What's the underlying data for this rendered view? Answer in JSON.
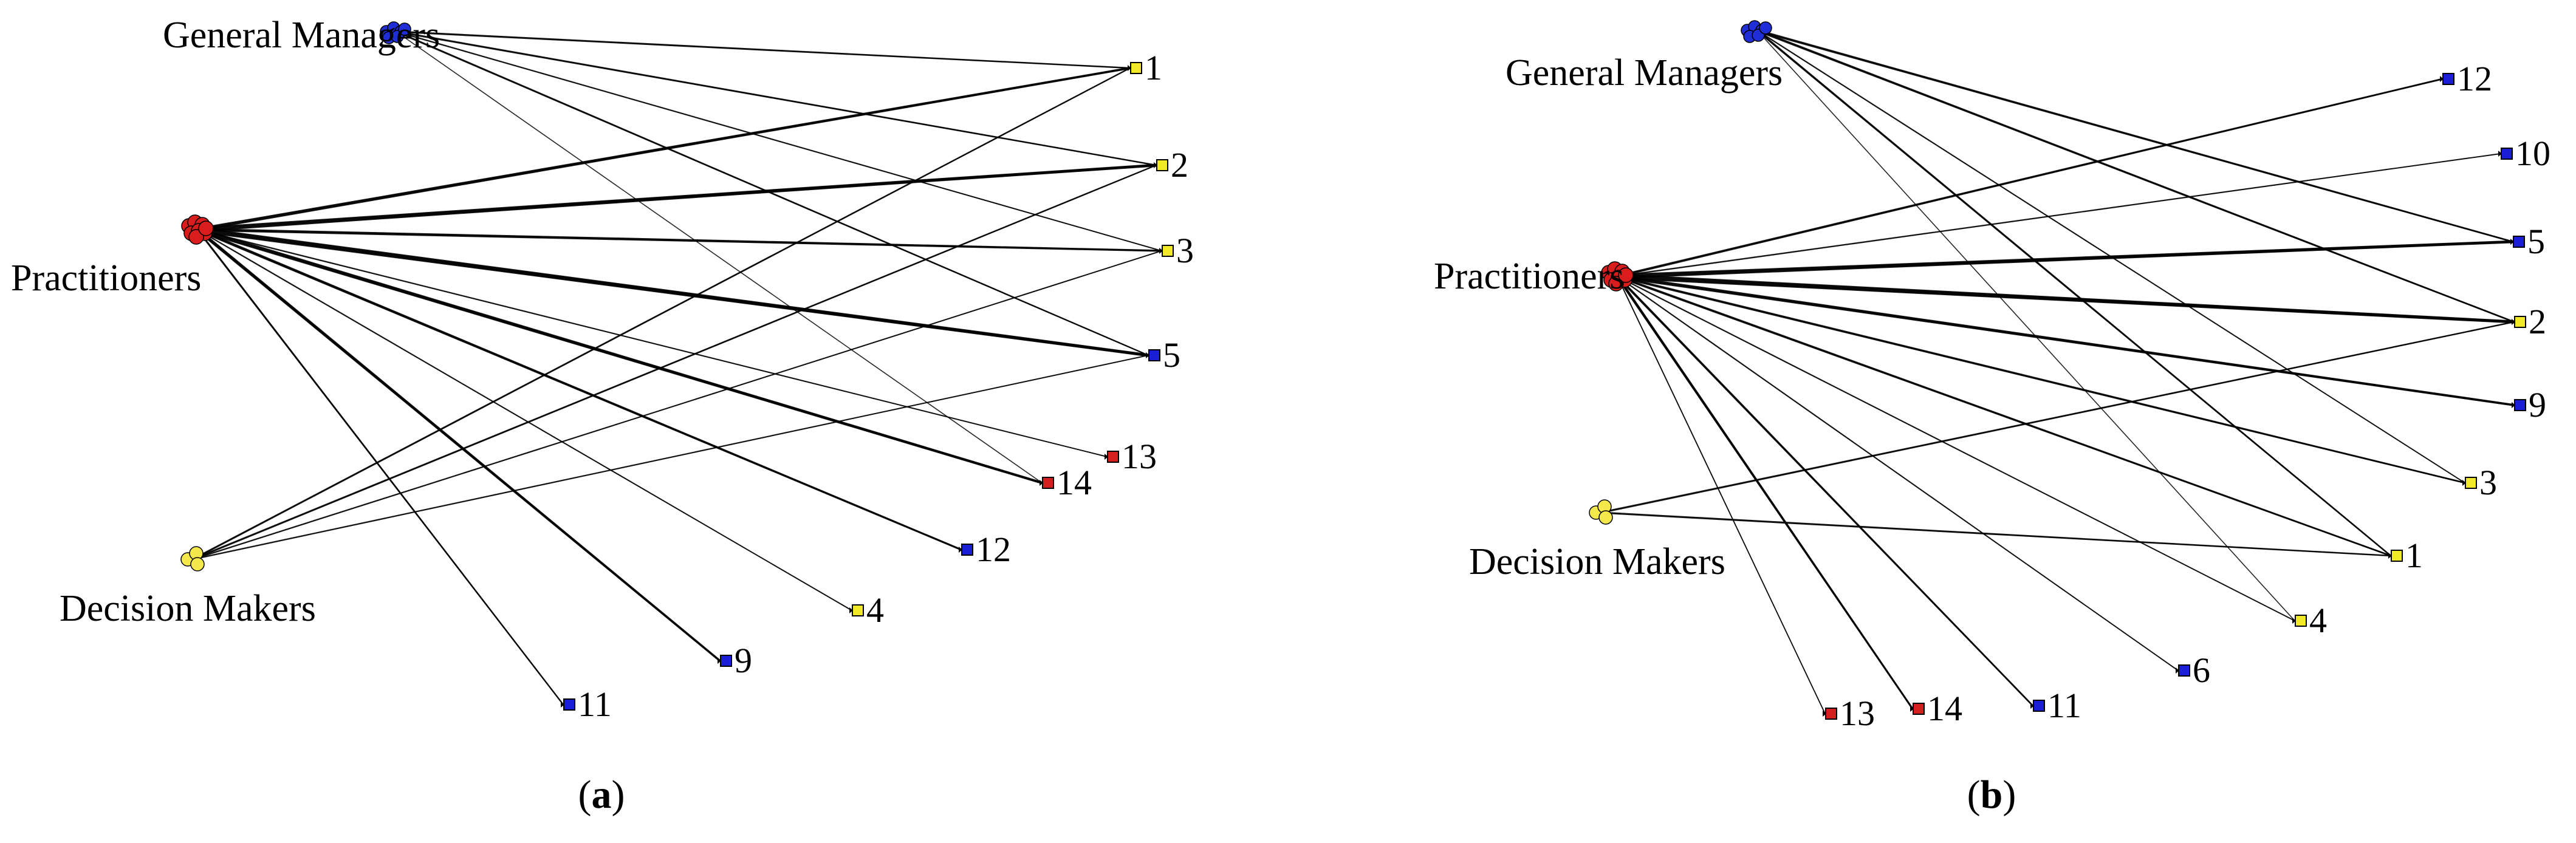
{
  "colors": {
    "yellow": "#f2e92a",
    "blue": "#1a1fd6",
    "red": "#d41f1f",
    "practitioners": "#d91c1c",
    "managers": "#1f2ed6",
    "decision": "#f4e84a",
    "edge": "#000000"
  },
  "panels": [
    {
      "id": "a",
      "caption": {
        "pre": "(",
        "letter": "a",
        "post": ")"
      },
      "groups": [
        {
          "key": "gm",
          "label": "General Managers",
          "shape": "circle-cluster",
          "color_key": "managers"
        },
        {
          "key": "pr",
          "label": "Practitioners",
          "shape": "circle-cluster",
          "color_key": "practitioners"
        },
        {
          "key": "dm",
          "label": "Decision Makers",
          "shape": "circle-cluster",
          "color_key": "decision"
        }
      ],
      "nodes": [
        {
          "id": "1",
          "color_key": "yellow"
        },
        {
          "id": "2",
          "color_key": "yellow"
        },
        {
          "id": "3",
          "color_key": "yellow"
        },
        {
          "id": "5",
          "color_key": "blue"
        },
        {
          "id": "13",
          "color_key": "red"
        },
        {
          "id": "14",
          "color_key": "red"
        },
        {
          "id": "12",
          "color_key": "blue"
        },
        {
          "id": "4",
          "color_key": "yellow"
        },
        {
          "id": "9",
          "color_key": "blue"
        },
        {
          "id": "11",
          "color_key": "blue"
        }
      ],
      "edges": [
        [
          "gm",
          "1",
          3
        ],
        [
          "gm",
          "2",
          3
        ],
        [
          "gm",
          "3",
          2
        ],
        [
          "gm",
          "5",
          3
        ],
        [
          "gm",
          "14",
          1
        ],
        [
          "pr",
          "1",
          6
        ],
        [
          "pr",
          "2",
          8
        ],
        [
          "pr",
          "3",
          5
        ],
        [
          "pr",
          "5",
          9
        ],
        [
          "pr",
          "13",
          2
        ],
        [
          "pr",
          "14",
          7
        ],
        [
          "pr",
          "12",
          5
        ],
        [
          "pr",
          "4",
          2
        ],
        [
          "pr",
          "9",
          7
        ],
        [
          "pr",
          "11",
          4
        ],
        [
          "dm",
          "1",
          3
        ],
        [
          "dm",
          "2",
          3
        ],
        [
          "dm",
          "3",
          2
        ],
        [
          "dm",
          "5",
          2
        ]
      ]
    },
    {
      "id": "b",
      "caption": {
        "pre": "(",
        "letter": "b",
        "post": ")"
      },
      "groups": [
        {
          "key": "gm",
          "label": "General Managers",
          "shape": "circle-cluster",
          "color_key": "managers"
        },
        {
          "key": "pr",
          "label": "Practitioners",
          "shape": "circle-cluster",
          "color_key": "practitioners"
        },
        {
          "key": "dm",
          "label": "Decision Makers",
          "shape": "circle-cluster",
          "color_key": "decision"
        }
      ],
      "nodes": [
        {
          "id": "12",
          "color_key": "blue"
        },
        {
          "id": "10",
          "color_key": "blue"
        },
        {
          "id": "5",
          "color_key": "blue"
        },
        {
          "id": "2",
          "color_key": "yellow"
        },
        {
          "id": "9",
          "color_key": "blue"
        },
        {
          "id": "3",
          "color_key": "yellow"
        },
        {
          "id": "1",
          "color_key": "yellow"
        },
        {
          "id": "4",
          "color_key": "yellow"
        },
        {
          "id": "6",
          "color_key": "blue"
        },
        {
          "id": "11",
          "color_key": "blue"
        },
        {
          "id": "14",
          "color_key": "red"
        },
        {
          "id": "13",
          "color_key": "red"
        }
      ],
      "edges": [
        [
          "gm",
          "5",
          4
        ],
        [
          "gm",
          "2",
          4
        ],
        [
          "gm",
          "1",
          4
        ],
        [
          "gm",
          "3",
          2
        ],
        [
          "gm",
          "4",
          1
        ],
        [
          "pr",
          "12",
          4
        ],
        [
          "pr",
          "10",
          2
        ],
        [
          "pr",
          "5",
          8
        ],
        [
          "pr",
          "2",
          9
        ],
        [
          "pr",
          "9",
          6
        ],
        [
          "pr",
          "3",
          4
        ],
        [
          "pr",
          "1",
          4
        ],
        [
          "pr",
          "4",
          2
        ],
        [
          "pr",
          "6",
          2
        ],
        [
          "pr",
          "11",
          5
        ],
        [
          "pr",
          "14",
          7
        ],
        [
          "pr",
          "13",
          2
        ],
        [
          "dm",
          "2",
          3
        ],
        [
          "dm",
          "1",
          3
        ]
      ]
    }
  ]
}
